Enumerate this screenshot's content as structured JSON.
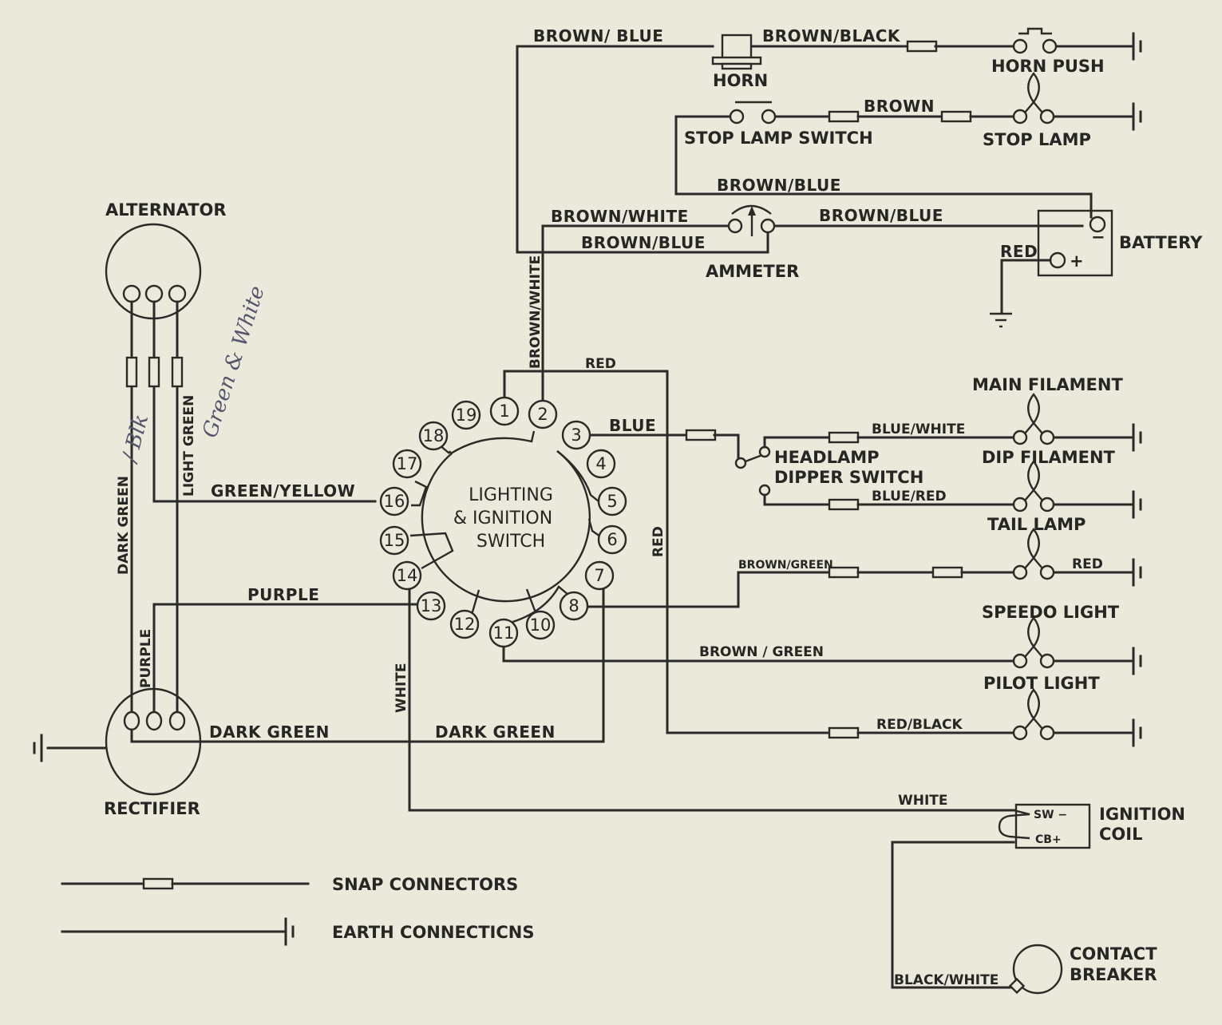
{
  "title": "Lighting & Ignition Wiring Diagram",
  "components": {
    "horn": "HORN",
    "horn_push": "HORN PUSH",
    "stop_lamp_switch": "STOP LAMP SWITCH",
    "stop_lamp": "STOP LAMP",
    "ammeter": "AMMETER",
    "battery": "BATTERY",
    "battery_neg": "−",
    "battery_pos": "+",
    "alternator": "ALTERNATOR",
    "rectifier": "RECTIFIER",
    "switch_line1": "LIGHTING",
    "switch_line2": "& IGNITION",
    "switch_line3": "SWITCH",
    "main_filament": "MAIN FILAMENT",
    "dip_filament": "DIP FILAMENT",
    "headlamp_dipper_1": "HEADLAMP",
    "headlamp_dipper_2": "DIPPER SWITCH",
    "tail_lamp": "TAIL LAMP",
    "speedo_light": "SPEEDO LIGHT",
    "pilot_light": "PILOT LIGHT",
    "ignition_coil_1": "IGNITION",
    "ignition_coil_2": "COIL",
    "coil_sw": "SW −",
    "coil_cb": "CB+",
    "contact_breaker_1": "CONTACT",
    "contact_breaker_2": "BREAKER"
  },
  "wires": {
    "brown_blue_top": "BROWN/ BLUE",
    "brown_black": "BROWN/BLACK",
    "brown": "BROWN",
    "brown_blue_mid": "BROWN/BLUE",
    "brown_white_h": "BROWN/WHITE",
    "brown_blue_ammeter": "BROWN/BLUE",
    "brown_blue_battery": "BROWN/BLUE",
    "red_battery": "RED",
    "brown_white_v": "BROWN/WHITE",
    "red_top": "RED",
    "blue": "BLUE",
    "blue_white": "BLUE/WHITE",
    "blue_red": "BLUE/RED",
    "red_v": "RED",
    "brown_green_1": "BROWN/GREEN",
    "red_tail": "RED",
    "brown_green_2": "BROWN / GREEN",
    "red_black": "RED/BLACK",
    "dark_green_v": "DARK GREEN",
    "light_green_v": "LIGHT GREEN",
    "green_yellow": "GREEN/YELLOW",
    "purple_h": "PURPLE",
    "purple_v": "PURPLE",
    "dark_green_h1": "DARK GREEN",
    "dark_green_h2": "DARK  GREEN",
    "white_v": "WHITE",
    "white_h": "WHITE",
    "black_white": "BLACK/WHITE"
  },
  "switch_pins": [
    "1",
    "2",
    "3",
    "4",
    "5",
    "6",
    "7",
    "8",
    "10",
    "11",
    "12",
    "13",
    "14",
    "15",
    "16",
    "17",
    "18",
    "19"
  ],
  "handwritten": {
    "note1": "/ Blk",
    "note2": "Green & White"
  },
  "legend": {
    "snap_connectors": "SNAP CONNECTORS",
    "earth_connections": "EARTH CONNECTICNS"
  }
}
